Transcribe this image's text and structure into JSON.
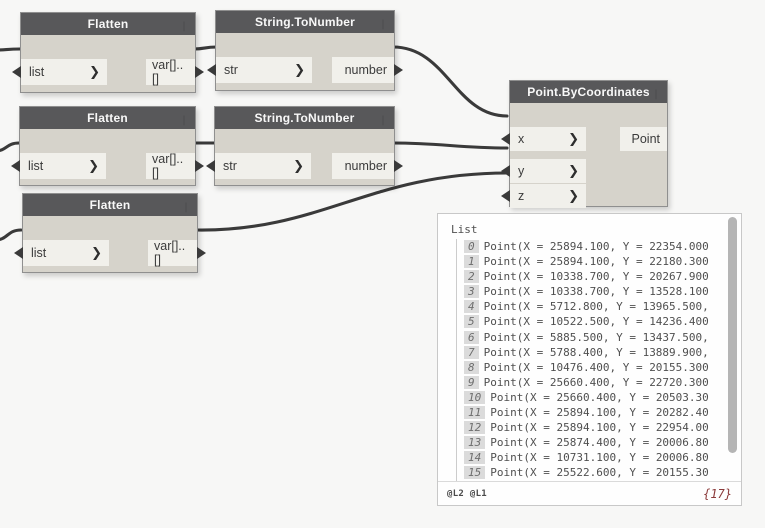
{
  "icons": {
    "chevron_right": "❯",
    "lacing": "|"
  },
  "colors": {
    "canvas_bg": "#f7f7f6",
    "node_header_bg": "#58585a",
    "node_body_bg": "#d6d3cb",
    "port_bg": "#f1f0eb",
    "wire": "#3a3a3a",
    "preview_count": "#8b3a3a"
  },
  "nodes": {
    "flatten1": {
      "title": "Flatten",
      "input": "list",
      "output": "var[]..[]"
    },
    "string_to_number1": {
      "title": "String.ToNumber",
      "input": "str",
      "output": "number"
    },
    "flatten2": {
      "title": "Flatten",
      "input": "list",
      "output": "var[]..[]"
    },
    "string_to_number2": {
      "title": "String.ToNumber",
      "input": "str",
      "output": "number"
    },
    "flatten3": {
      "title": "Flatten",
      "input": "list",
      "output": "var[]..[]"
    },
    "point_by_coordinates": {
      "title": "Point.ByCoordinates",
      "inputs": [
        "x",
        "y",
        "z"
      ],
      "output": "Point"
    }
  },
  "preview": {
    "root_label": "List",
    "items": [
      {
        "index": "0",
        "text": "Point(X = 25894.100, Y = 22354.000"
      },
      {
        "index": "1",
        "text": "Point(X = 25894.100, Y = 22180.300"
      },
      {
        "index": "2",
        "text": "Point(X = 10338.700, Y = 20267.900"
      },
      {
        "index": "3",
        "text": "Point(X = 10338.700, Y = 13528.100"
      },
      {
        "index": "4",
        "text": "Point(X = 5712.800, Y = 13965.500,"
      },
      {
        "index": "5",
        "text": "Point(X = 10522.500, Y = 14236.400"
      },
      {
        "index": "6",
        "text": "Point(X = 5885.500, Y = 13437.500,"
      },
      {
        "index": "7",
        "text": "Point(X = 5788.400, Y = 13889.900,"
      },
      {
        "index": "8",
        "text": "Point(X = 10476.400, Y = 20155.300"
      },
      {
        "index": "9",
        "text": "Point(X = 25660.400, Y = 22720.300"
      },
      {
        "index": "10",
        "text": "Point(X = 25660.400, Y = 20503.30"
      },
      {
        "index": "11",
        "text": "Point(X = 25894.100, Y = 20282.40"
      },
      {
        "index": "12",
        "text": "Point(X = 25894.100, Y = 22954.00"
      },
      {
        "index": "13",
        "text": "Point(X = 25874.400, Y = 20006.80"
      },
      {
        "index": "14",
        "text": "Point(X = 10731.100, Y = 20006.80"
      },
      {
        "index": "15",
        "text": "Point(X = 25522.600, Y = 20155.30"
      }
    ],
    "footer_left": "@L2 @L1",
    "footer_right": "{17}"
  }
}
